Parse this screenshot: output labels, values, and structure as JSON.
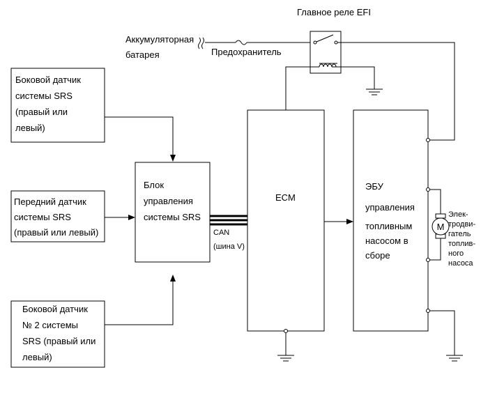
{
  "relay_label": "Главное реле EFI",
  "battery_label": [
    "Аккумуляторная",
    "батарея"
  ],
  "fuse_label": "Предохранитель",
  "side_sensor_1": [
    "Боковой датчик",
    "системы SRS",
    "(правый или",
    "левый)"
  ],
  "front_sensor": [
    "Передний датчик",
    "системы SRS",
    "(правый или левый)"
  ],
  "side_sensor_2": [
    "Боковой датчик",
    "№ 2 системы",
    "SRS (правый или",
    "левый)"
  ],
  "srs_unit": [
    "Блок",
    "управления",
    "системы SRS"
  ],
  "can_label": [
    "CAN",
    "(шина V)"
  ],
  "ecm_label": "ECM",
  "fuel_ecu": [
    "ЭБУ",
    "управления",
    "топливным",
    "насосом в",
    "сборе"
  ],
  "motor_label": [
    "Элек-",
    "тродви-",
    "гатель",
    "топлив-",
    "ного",
    "насоса"
  ],
  "motor_symbol": "M"
}
